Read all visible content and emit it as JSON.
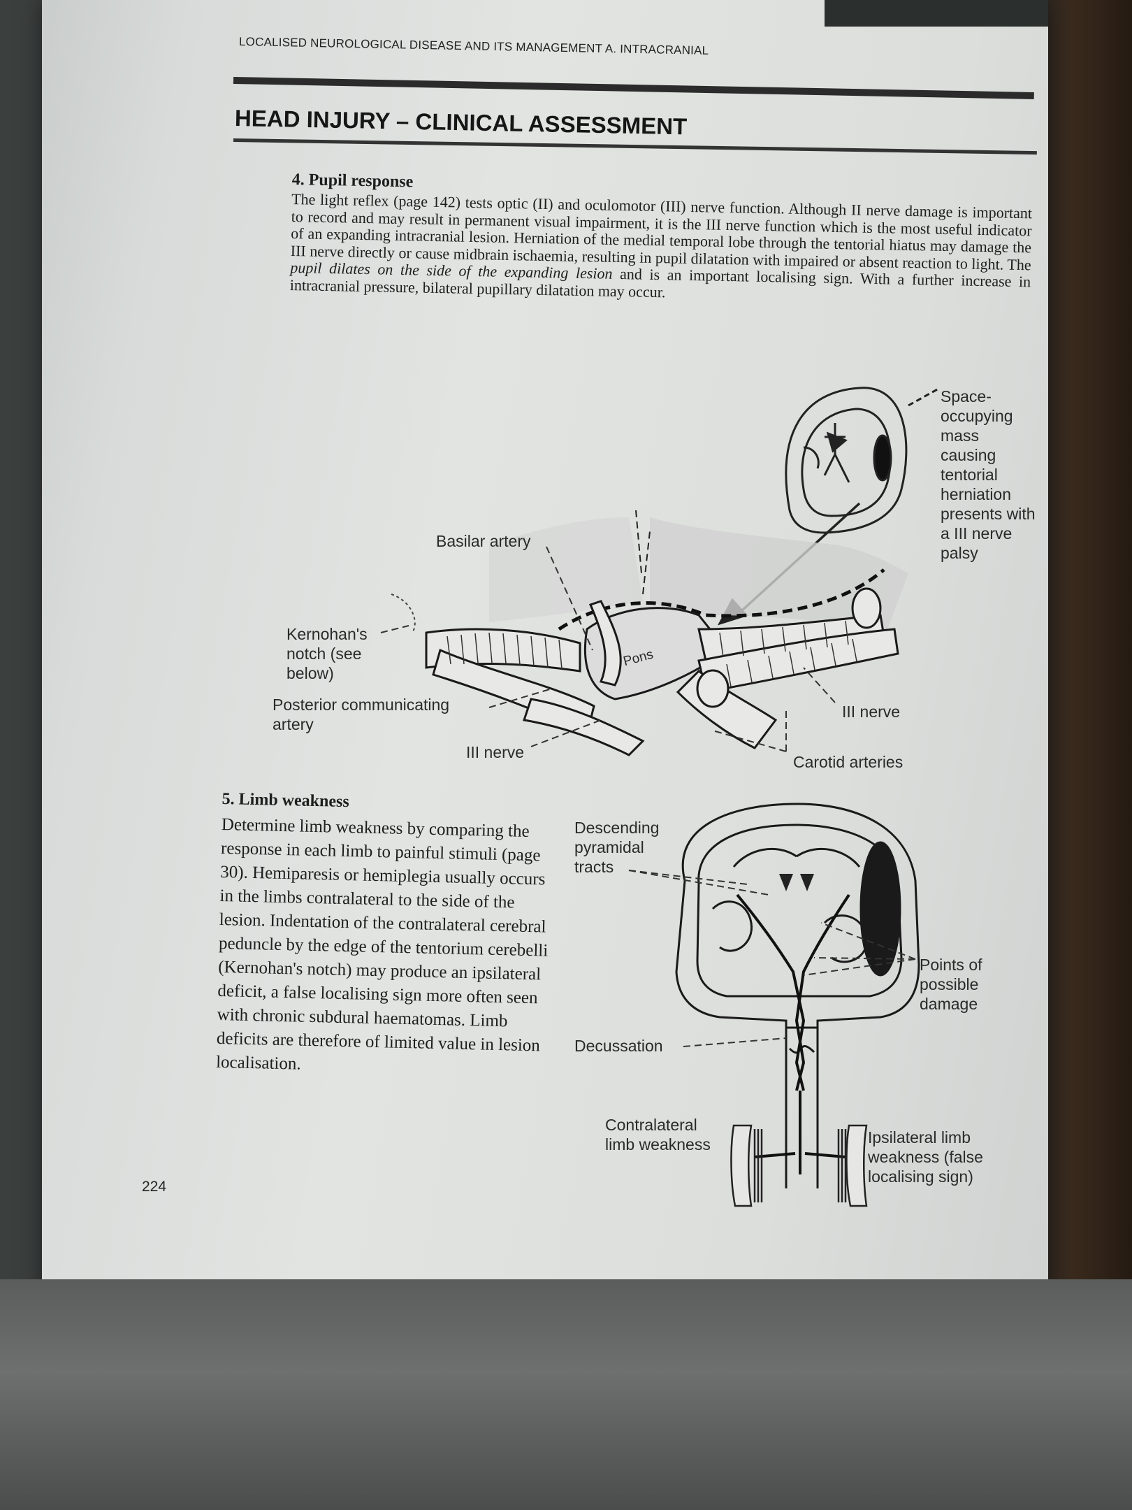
{
  "running_head": "LOCALISED NEUROLOGICAL DISEASE AND ITS MANAGEMENT A. INTRACRANIAL",
  "title": "HEAD INJURY – CLINICAL ASSESSMENT",
  "section_pupil": {
    "heading": "4. Pupil response",
    "text_a": "The light reflex (page 142) tests optic (II) and oculomotor (III) nerve function. Although II nerve damage is important to record and may result in permanent visual impairment, it is the III nerve function which is the most useful indicator of an expanding intracranial lesion. Herniation of the medial temporal lobe through the tentorial hiatus may damage the III nerve directly or cause midbrain ischaemia, resulting in pupil dilatation with impaired or absent reaction to light. The ",
    "text_em": "pupil dilates on the side of the expanding lesion",
    "text_b": " and is an important localising sign. With a further increase in intracranial pressure, bilateral pupillary dilatation may occur."
  },
  "figure1": {
    "space_mass": "Space-occupying mass causing tentorial herniation presents with a III nerve palsy",
    "basilar": "Basilar artery",
    "kernohan": "Kernohan's notch (see below)",
    "pcomm": "Posterior communicating artery",
    "pons": "Pons",
    "iii_nerve_right": "III nerve",
    "iii_nerve_bottom": "III nerve",
    "carotid": "Carotid arteries"
  },
  "section_limb": {
    "heading": "5. Limb weakness",
    "text": "Determine limb weakness by comparing the response in each limb to painful stimuli (page 30). Hemiparesis or hemiplegia usually occurs in the limbs contralateral to the side of the lesion. Indentation of the contralateral cerebral peduncle by the edge of the tentorium cerebelli (Kernohan's notch) may produce an ipsilateral deficit, a false localising sign more often seen with chronic subdural haematomas. Limb deficits are therefore of limited value in lesion localisation."
  },
  "figure2": {
    "descending": "Descending pyramidal tracts",
    "points": "Points of possible damage",
    "decussation": "Decussation",
    "contralateral": "Contralateral limb weakness",
    "ipsilateral": "Ipsilateral limb weakness (false localising sign)"
  },
  "page_number": "224"
}
